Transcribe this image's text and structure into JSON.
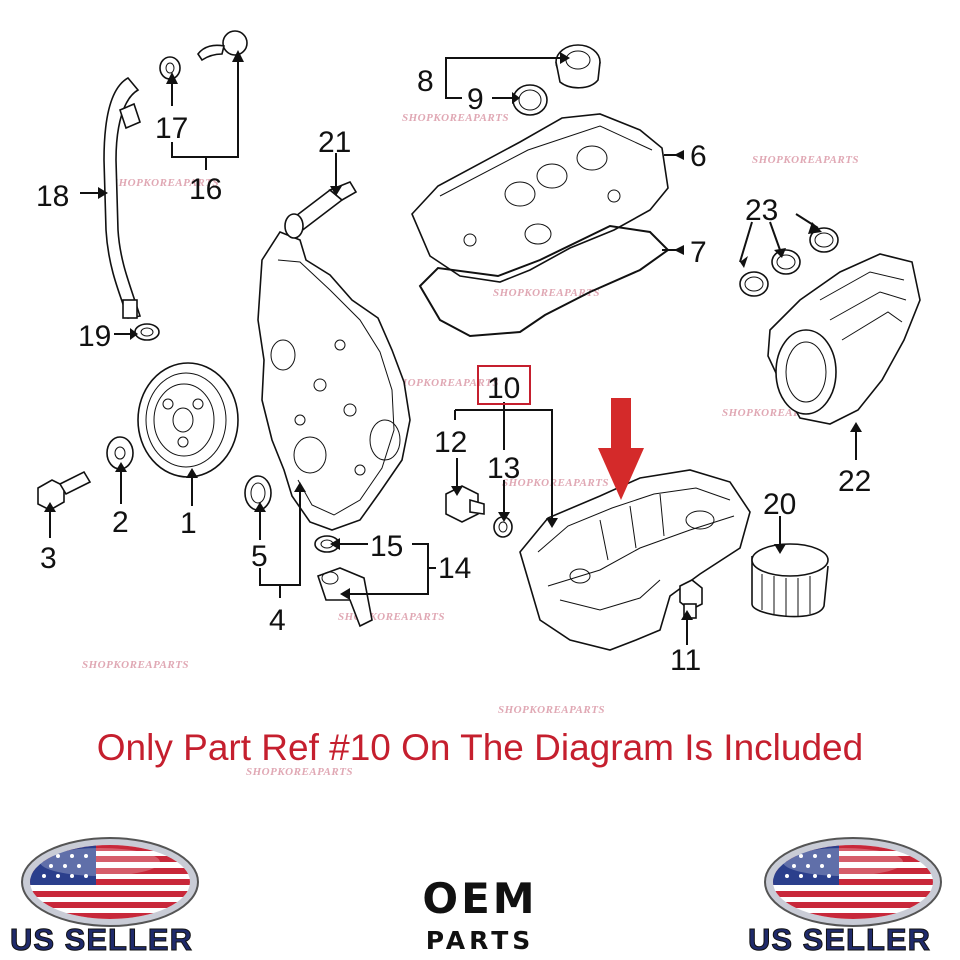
{
  "callouts": {
    "c1": "1",
    "c2": "2",
    "c3": "3",
    "c4": "4",
    "c5": "5",
    "c6": "6",
    "c7": "7",
    "c8": "8",
    "c9": "9",
    "c10": "10",
    "c11": "11",
    "c12": "12",
    "c13": "13",
    "c14": "14",
    "c15": "15",
    "c16": "16",
    "c17": "17",
    "c18": "18",
    "c19": "19",
    "c20": "20",
    "c21": "21",
    "c22": "22",
    "c23": "23"
  },
  "watermark": "SHOPKOREAPARTS",
  "notice": "Only Part Ref #10 On The Diagram Is Included",
  "badge_left": {
    "label": "US SELLER"
  },
  "badge_right": {
    "label": "US SELLER"
  },
  "brand": {
    "line1": "OEM",
    "line2": "PARTS"
  },
  "colors": {
    "notice": "#c51f2e",
    "highlight_arrow": "#d42a2a",
    "highlight_box": "#c51f2e",
    "flag_blue": "#2b3f8c",
    "flag_red": "#c8283a"
  },
  "highlighted_part": "10"
}
